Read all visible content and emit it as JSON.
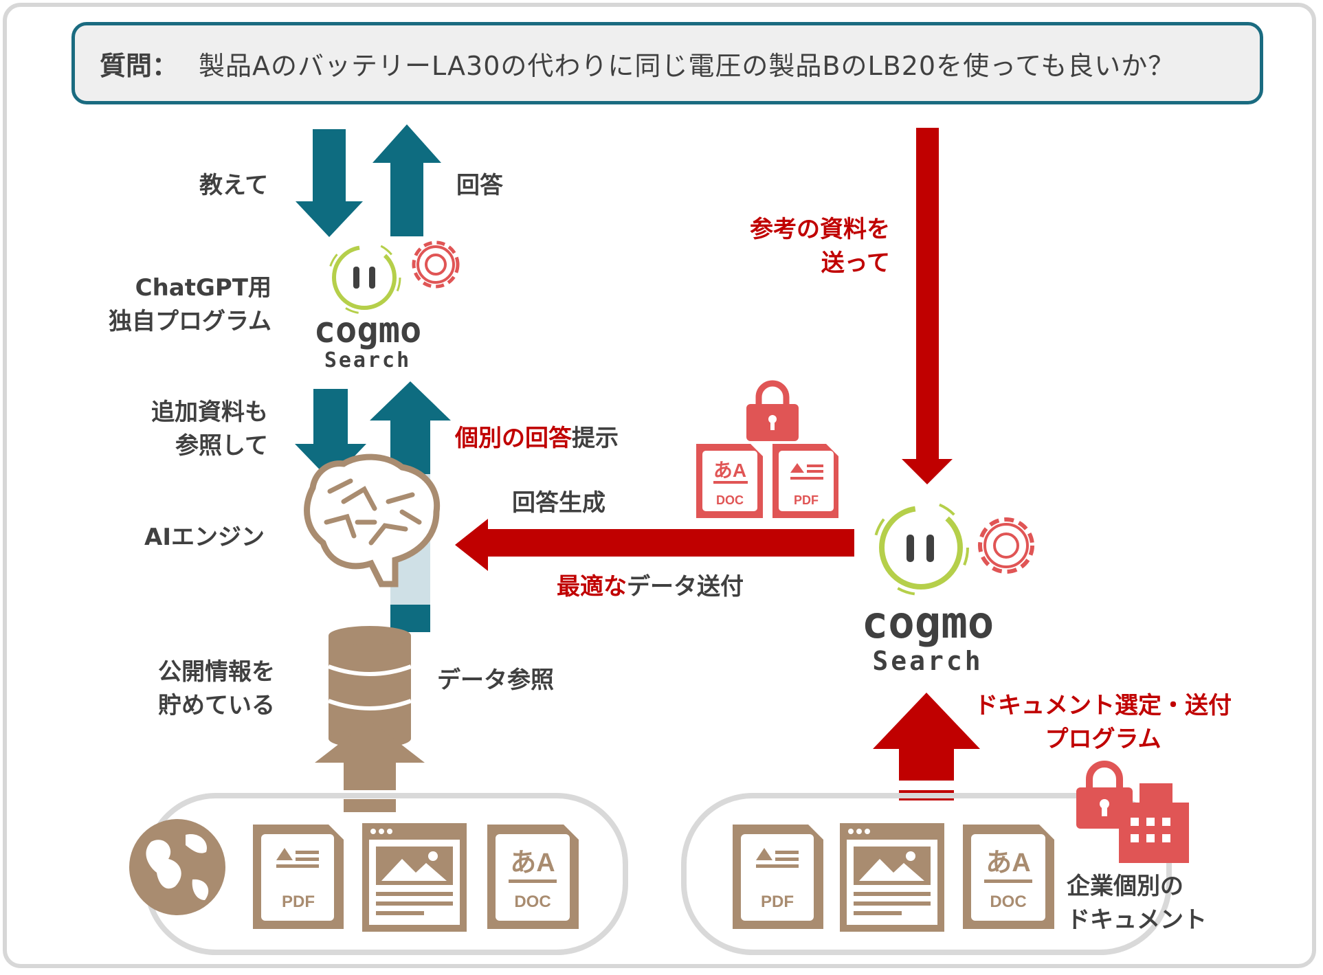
{
  "question": {
    "label": "質問：",
    "text": "製品AのバッテリーLA30の代わりに同じ電圧の製品BのLB20を使っても良いか？"
  },
  "left_flow": {
    "ask_label": "教えて",
    "answer_label": "回答",
    "program_label_line1": "ChatGPT用",
    "program_label_line2": "独自プログラム",
    "add_docs_line1": "追加資料も",
    "add_docs_line2": "参照して",
    "individual_answer_red": "個別の回答",
    "individual_answer_rest": "提示",
    "ai_engine_label": "AIエンジン",
    "public_info_line1": "公開情報を",
    "public_info_line2": "貯めている",
    "data_ref_label": "データ参照"
  },
  "middle": {
    "answer_gen_label": "回答生成",
    "optimal_red": "最適な",
    "optimal_rest": "データ送付"
  },
  "right_flow": {
    "send_docs_line1": "参考の資料を",
    "send_docs_line2": "送って",
    "doc_select_line1": "ドキュメント選定・送付",
    "doc_select_line2": "プログラム",
    "company_docs_line1": "企業個別の",
    "company_docs_line2": "ドキュメント"
  },
  "logos": {
    "word": "cogmo",
    "sub": "Search"
  },
  "file_icons": {
    "pdf": "PDF",
    "doc": "DOC",
    "kana": "あA"
  },
  "icons": [
    "down-arrow-icon",
    "up-arrow-icon",
    "gear-icon",
    "brain-icon",
    "database-icon",
    "globe-icon",
    "pdf-file-icon",
    "doc-file-icon",
    "browser-window-icon",
    "lock-icon",
    "building-icon",
    "left-arrow-icon"
  ],
  "colors": {
    "teal": "#0e6c80",
    "red": "#c00000",
    "tan": "#a98c70",
    "coral": "#e05555",
    "green": "#b5cf4a",
    "text": "#404040",
    "light_blue": "#cfe0e6"
  }
}
